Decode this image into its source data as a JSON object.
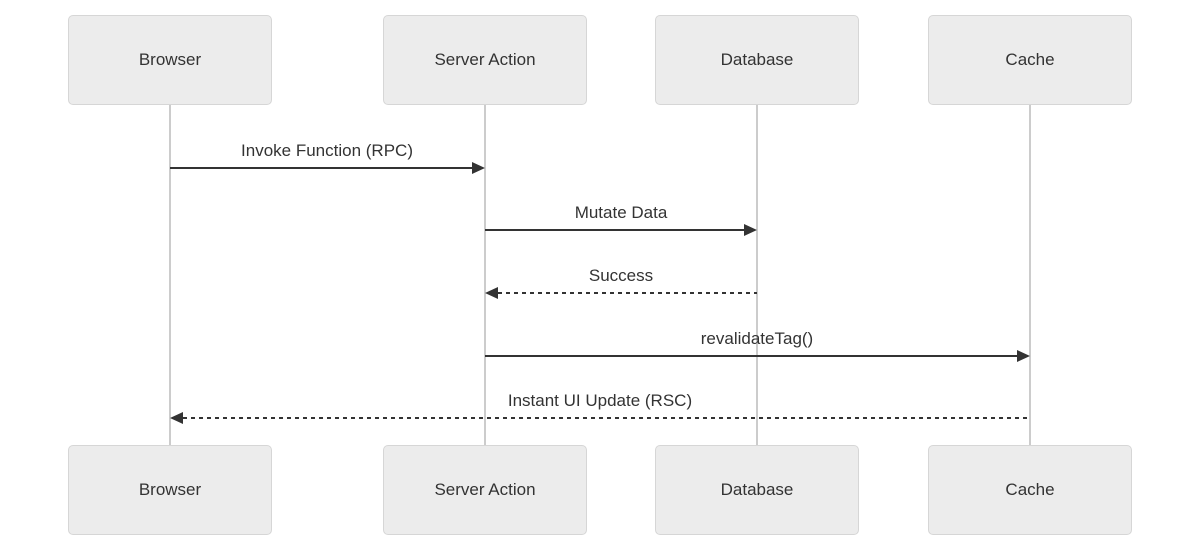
{
  "diagram": {
    "type": "sequence",
    "actors": [
      {
        "name": "Browser"
      },
      {
        "name": "Server Action"
      },
      {
        "name": "Database"
      },
      {
        "name": "Cache"
      }
    ],
    "messages": [
      {
        "from": "Browser",
        "to": "Server Action",
        "label": "Invoke Function (RPC)",
        "line": "solid",
        "direction": "right"
      },
      {
        "from": "Server Action",
        "to": "Database",
        "label": "Mutate Data",
        "line": "solid",
        "direction": "right"
      },
      {
        "from": "Database",
        "to": "Server Action",
        "label": "Success",
        "line": "dashed",
        "direction": "left"
      },
      {
        "from": "Server Action",
        "to": "Cache",
        "label": "revalidateTag()",
        "line": "solid",
        "direction": "right"
      },
      {
        "from": "Cache",
        "to": "Browser",
        "label": "Instant UI Update (RSC)",
        "line": "dashed",
        "direction": "left"
      }
    ],
    "colors": {
      "actor_fill": "#ececec",
      "actor_border": "#d6d6d6",
      "lifeline": "#cccccc",
      "arrow": "#333333",
      "text": "#333333",
      "background": "#ffffff"
    }
  }
}
